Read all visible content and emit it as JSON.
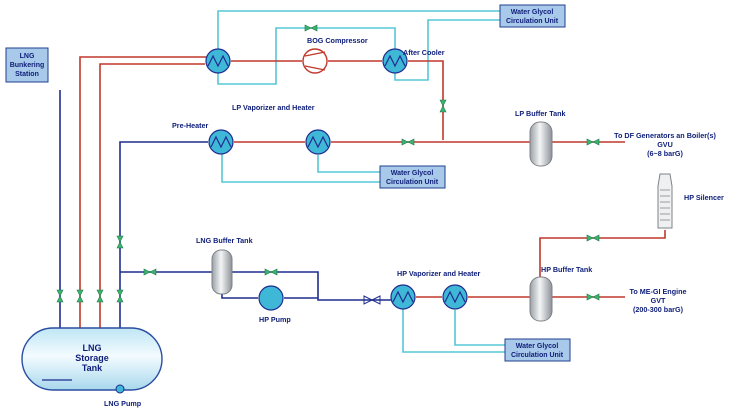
{
  "colors": {
    "lng_line": "#1f2d8f",
    "hot_line": "#c0392b",
    "glycol_line": "#55c7d6",
    "box_fill": "#a9c9ea",
    "box_stroke": "#1f3f8f",
    "equip_fill": "#3fb8d8",
    "valve": "#3cb371",
    "text": "#10207a"
  },
  "labels": {
    "bunkering": [
      "LNG",
      "Bunkering",
      "Station"
    ],
    "glycol_unit_top": [
      "Water Glycol",
      "Circulation Unit"
    ],
    "glycol_unit_mid": [
      "Water Glycol",
      "Circulation Unit"
    ],
    "glycol_unit_bottom": [
      "Water Glycol",
      "Circulation Unit"
    ],
    "bog_compressor": "BOG Compressor",
    "after_cooler": "After Cooler",
    "lp_vaporizer": "LP Vaporizer and Heater",
    "pre_heater": "Pre-Heater",
    "lp_buffer_tank": "LP Buffer Tank",
    "lp_destination": [
      "To DF Generators an Boiler(s)",
      "GVU",
      "(6~8 barG)"
    ],
    "hp_silencer": "HP Silencer",
    "lng_buffer_tank": "LNG Buffer Tank",
    "hp_pump": "HP Pump",
    "hp_vaporizer": "HP Vaporizer and Heater",
    "hp_buffer_tank": "HP Buffer Tank",
    "hp_destination": [
      "To ME-GI Engine",
      "GVT",
      "(200-300 barG)"
    ],
    "storage_tank": [
      "LNG",
      "Storage",
      "Tank"
    ],
    "lng_pump": "LNG Pump"
  }
}
